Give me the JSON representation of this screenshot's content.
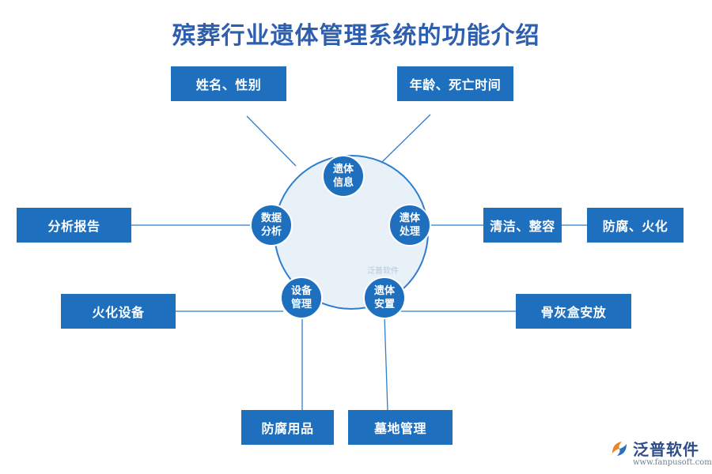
{
  "title": "殡葬行业遗体管理系统的功能介绍",
  "colors": {
    "title": "#2e5eae",
    "box": "#1f6fbf",
    "node": "#1f6fbf",
    "line": "#2f7fcf",
    "circle_fill": "#e8f0f8"
  },
  "hub_nodes": [
    {
      "line1": "遗体",
      "line2": "信息"
    },
    {
      "line1": "遗体",
      "line2": "处理"
    },
    {
      "line1": "遗体",
      "line2": "安置"
    },
    {
      "line1": "设备",
      "line2": "管理"
    },
    {
      "line1": "数据",
      "line2": "分析"
    }
  ],
  "boxes": {
    "name_gender": "姓名、性别",
    "age_death_time": "年龄、死亡时间",
    "analysis_report": "分析报告",
    "clean_makeup": "清洁、整容",
    "antiseptic_cremation": "防腐、火化",
    "cremation_equipment": "火化设备",
    "urn_placement": "骨灰盒安放",
    "antiseptic_supplies": "防腐用品",
    "cemetery_management": "墓地管理"
  },
  "watermark_small": "泛普软件",
  "logo": {
    "text": "泛普软件",
    "url": "www.fanpusoft.com",
    "icon": "fanpu-logo-icon"
  }
}
